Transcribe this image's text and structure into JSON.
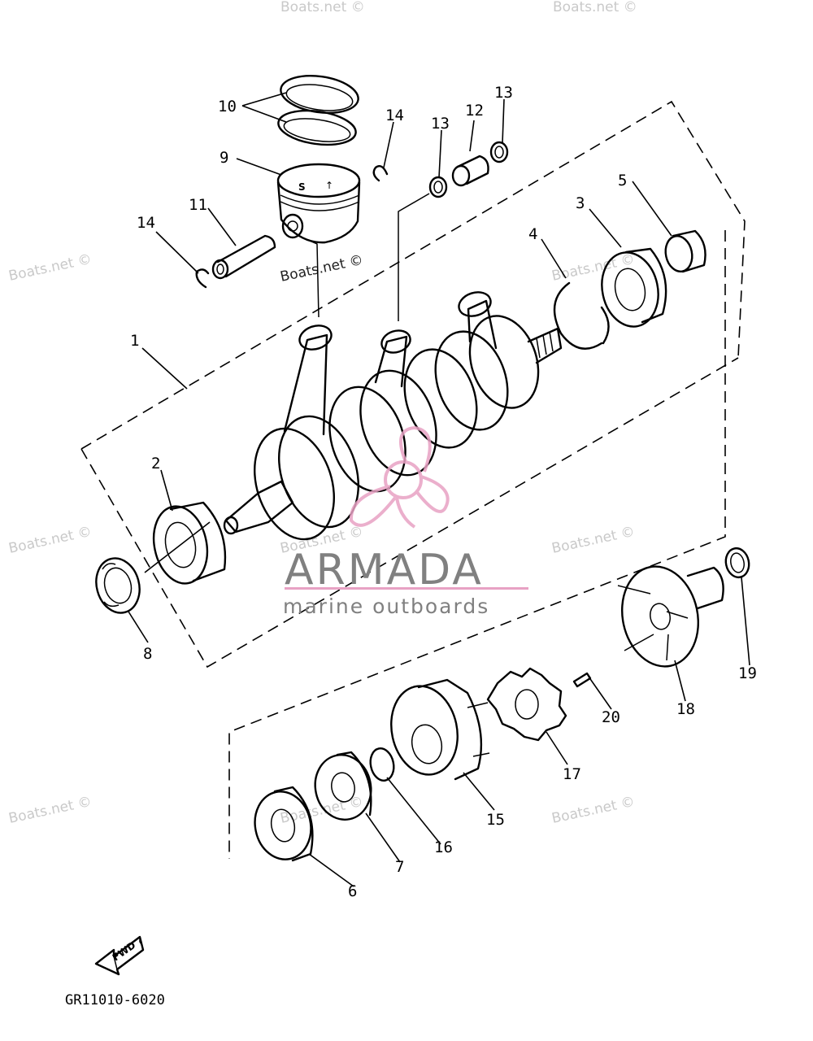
{
  "watermark_text": "Boats.net ©",
  "brand": {
    "name": "ARMADA",
    "tagline": "marine outboards",
    "accent_color": "#e8a2c4",
    "text_color": "#808080"
  },
  "callouts": {
    "p1": "1",
    "p2": "2",
    "p3": "3",
    "p4": "4",
    "p5": "5",
    "p6": "6",
    "p7": "7",
    "p8": "8",
    "p9": "9",
    "p10": "10",
    "p11": "11",
    "p12": "12",
    "p13a": "13",
    "p13b": "13",
    "p14a": "14",
    "p14b": "14",
    "p15": "15",
    "p16": "16",
    "p17": "17",
    "p18": "18",
    "p19": "19",
    "p20": "20"
  },
  "fwd_label": "FWD",
  "diagram_code": "GR11010-6020",
  "icons": {
    "fwd_arrow": "fwd-arrow-icon",
    "logo": "armada-propeller-logo"
  }
}
